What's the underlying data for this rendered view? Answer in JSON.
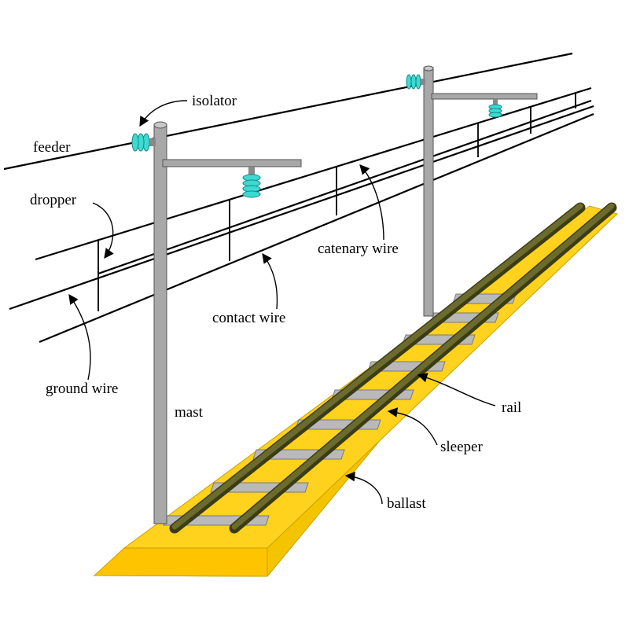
{
  "labels": {
    "isolator": "isolator",
    "feeder": "feeder",
    "dropper": "dropper",
    "catenary_wire": "catenary wire",
    "contact_wire": "contact wire",
    "ground_wire": "ground wire",
    "mast": "mast",
    "rail": "rail",
    "sleeper": "sleeper",
    "ballast": "ballast"
  },
  "colors": {
    "ballast_top": "#FFD21E",
    "ballast_side": "#F5C400",
    "ballast_edge": "#C9A000",
    "rail": "#5A5A22",
    "sleeper": "#B9B9B9",
    "mast": "#A8A8A8",
    "insulator": "#3ED9D2",
    "wire": "#000000"
  }
}
